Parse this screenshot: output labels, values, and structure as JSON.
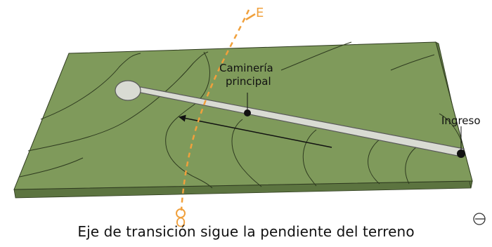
{
  "labels": {
    "main_path_line1": "Caminería",
    "main_path_line2": "principal",
    "entrance": "Ingreso",
    "east": "E",
    "west": "O"
  },
  "caption": "Eje de transición sigue la pendiente del terreno",
  "colors": {
    "terrain_top": "#7f9a5b",
    "terrain_side": "#5c7440",
    "contour": "#2e3a1f",
    "path_fill": "#d9dbd3",
    "path_stroke": "#5a5a5a",
    "axis_orange": "#f0a03c",
    "text": "#111111"
  },
  "icons": [
    "compass-icon"
  ]
}
